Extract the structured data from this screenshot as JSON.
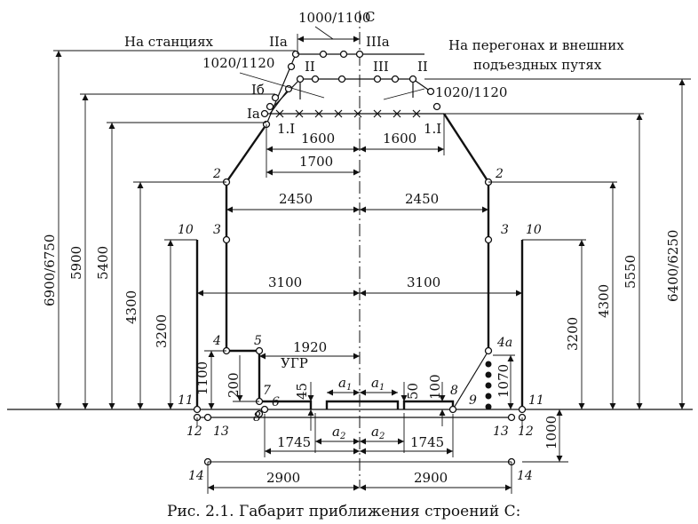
{
  "figure": {
    "caption": "Рис. 2.1. Габарит приближения строений С:",
    "axis_label": "С",
    "left_note": "На станциях",
    "right_note_line1": "На перегонах и внешних",
    "right_note_line2": "подъездных путях",
    "ugr_label": "УГР"
  },
  "dimensions": {
    "top_width": "1000/1100",
    "upper_left": "1020/1120",
    "upper_right": "1020/1120",
    "half_1600_left": "1600",
    "half_1600_right": "1600",
    "half_1700": "1700",
    "half_2450_left": "2450",
    "half_2450_right": "2450",
    "half_3100_left": "3100",
    "half_3100_right": "3100",
    "half_1920": "1920",
    "half_1745_left": "1745",
    "half_1745_right": "1745",
    "half_2900_left": "2900",
    "half_2900_right": "2900",
    "a1_left": "a",
    "a1_right": "a",
    "a2_left": "a",
    "a2_right": "a",
    "sub1": "1",
    "sub2": "2",
    "h_6900": "6900/6750",
    "h_5900": "5900",
    "h_5400": "5400",
    "h_4300_left": "4300",
    "h_3200_left": "3200",
    "h_1100": "1100",
    "h_200": "200",
    "h_45": "45",
    "h_50": "50",
    "h_100": "100",
    "h_1070": "1070",
    "h_3200_right": "3200",
    "h_4300_right": "4300",
    "h_5550": "5550",
    "h_6400": "6400/6250",
    "h_1000": "1000"
  },
  "points": {
    "IIa": "IIa",
    "IIIa": "IIIa",
    "II_left": "II",
    "III": "III",
    "II_right": "II",
    "Ib": "Iб",
    "Ia": "Ia",
    "I1_left": "1.I",
    "I1_right": "1.I",
    "p2_left": "2",
    "p2_right": "2",
    "p3_left": "3",
    "p3_right": "3",
    "p10_left": "10",
    "p10_right": "10",
    "p4": "4",
    "p4a": "4a",
    "p5": "5",
    "p6": "6",
    "p7": "7",
    "p8_left": "8",
    "p8_right": "8",
    "p9": "9",
    "p11_left": "11",
    "p11_right": "11",
    "p12_left": "12",
    "p12_right": "12",
    "p13_left": "13",
    "p13_right": "13",
    "p14_left": "14",
    "p14_right": "14"
  }
}
